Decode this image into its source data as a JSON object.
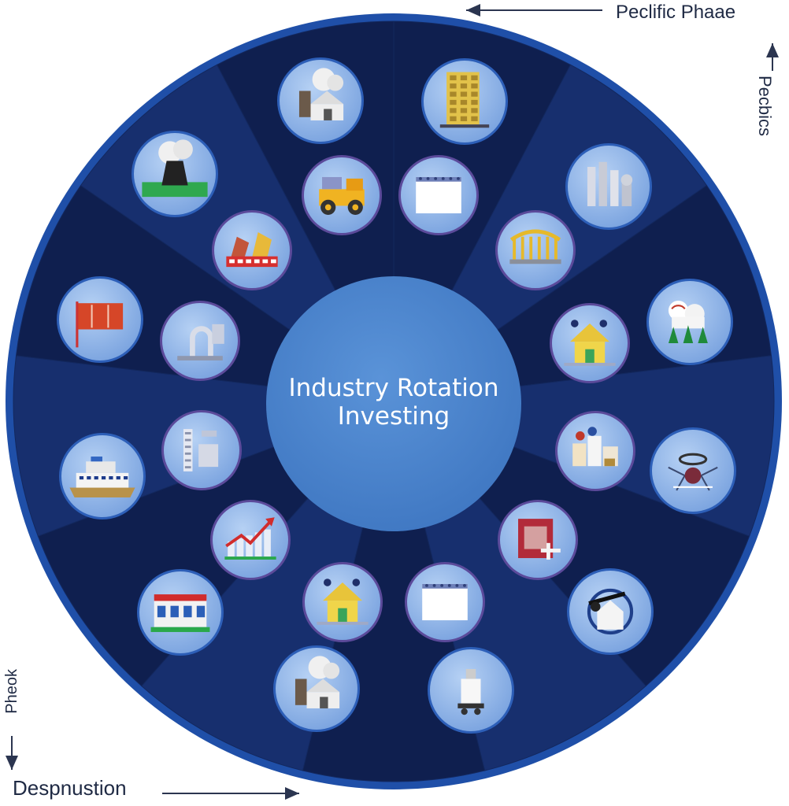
{
  "center_title": [
    "Industry Rotation",
    "Investing"
  ],
  "phase_labels": {
    "top": "Peclific Phaae",
    "right": "Pecbics",
    "left": "Pheok",
    "bottom": "Despnustion"
  },
  "colors": {
    "ring_outer": "#1f4fa8",
    "sector_dark": "#172f6e",
    "sector_darker": "#0f1f4f",
    "center_circle": "#4d86cf",
    "icon_circle": "#8fb5ea",
    "inner_icon_border": "#5b4a9a",
    "outer_icon_border": "#2d5fb8"
  },
  "icons": {
    "outer": [
      "factory-smokestack-icon",
      "office-building-icon",
      "power-plant-icon",
      "grain-storage-icon",
      "national-park-icon",
      "satellite-icon",
      "robotic-device-icon",
      "telescope-icon",
      "factory-icon",
      "store-front-icon",
      "cruise-ship-icon",
      "flag-icon",
      "factory-warehouse-icon"
    ],
    "inner": [
      "truck-icon",
      "document-icon",
      "bridge-icon",
      "house-icon",
      "lab-equipment-icon",
      "calendar-icon",
      "certificate-icon",
      "house-family-icon",
      "stock-growth-icon",
      "pipeline-icon",
      "industrial-tower-icon",
      "food-products-icon"
    ]
  }
}
